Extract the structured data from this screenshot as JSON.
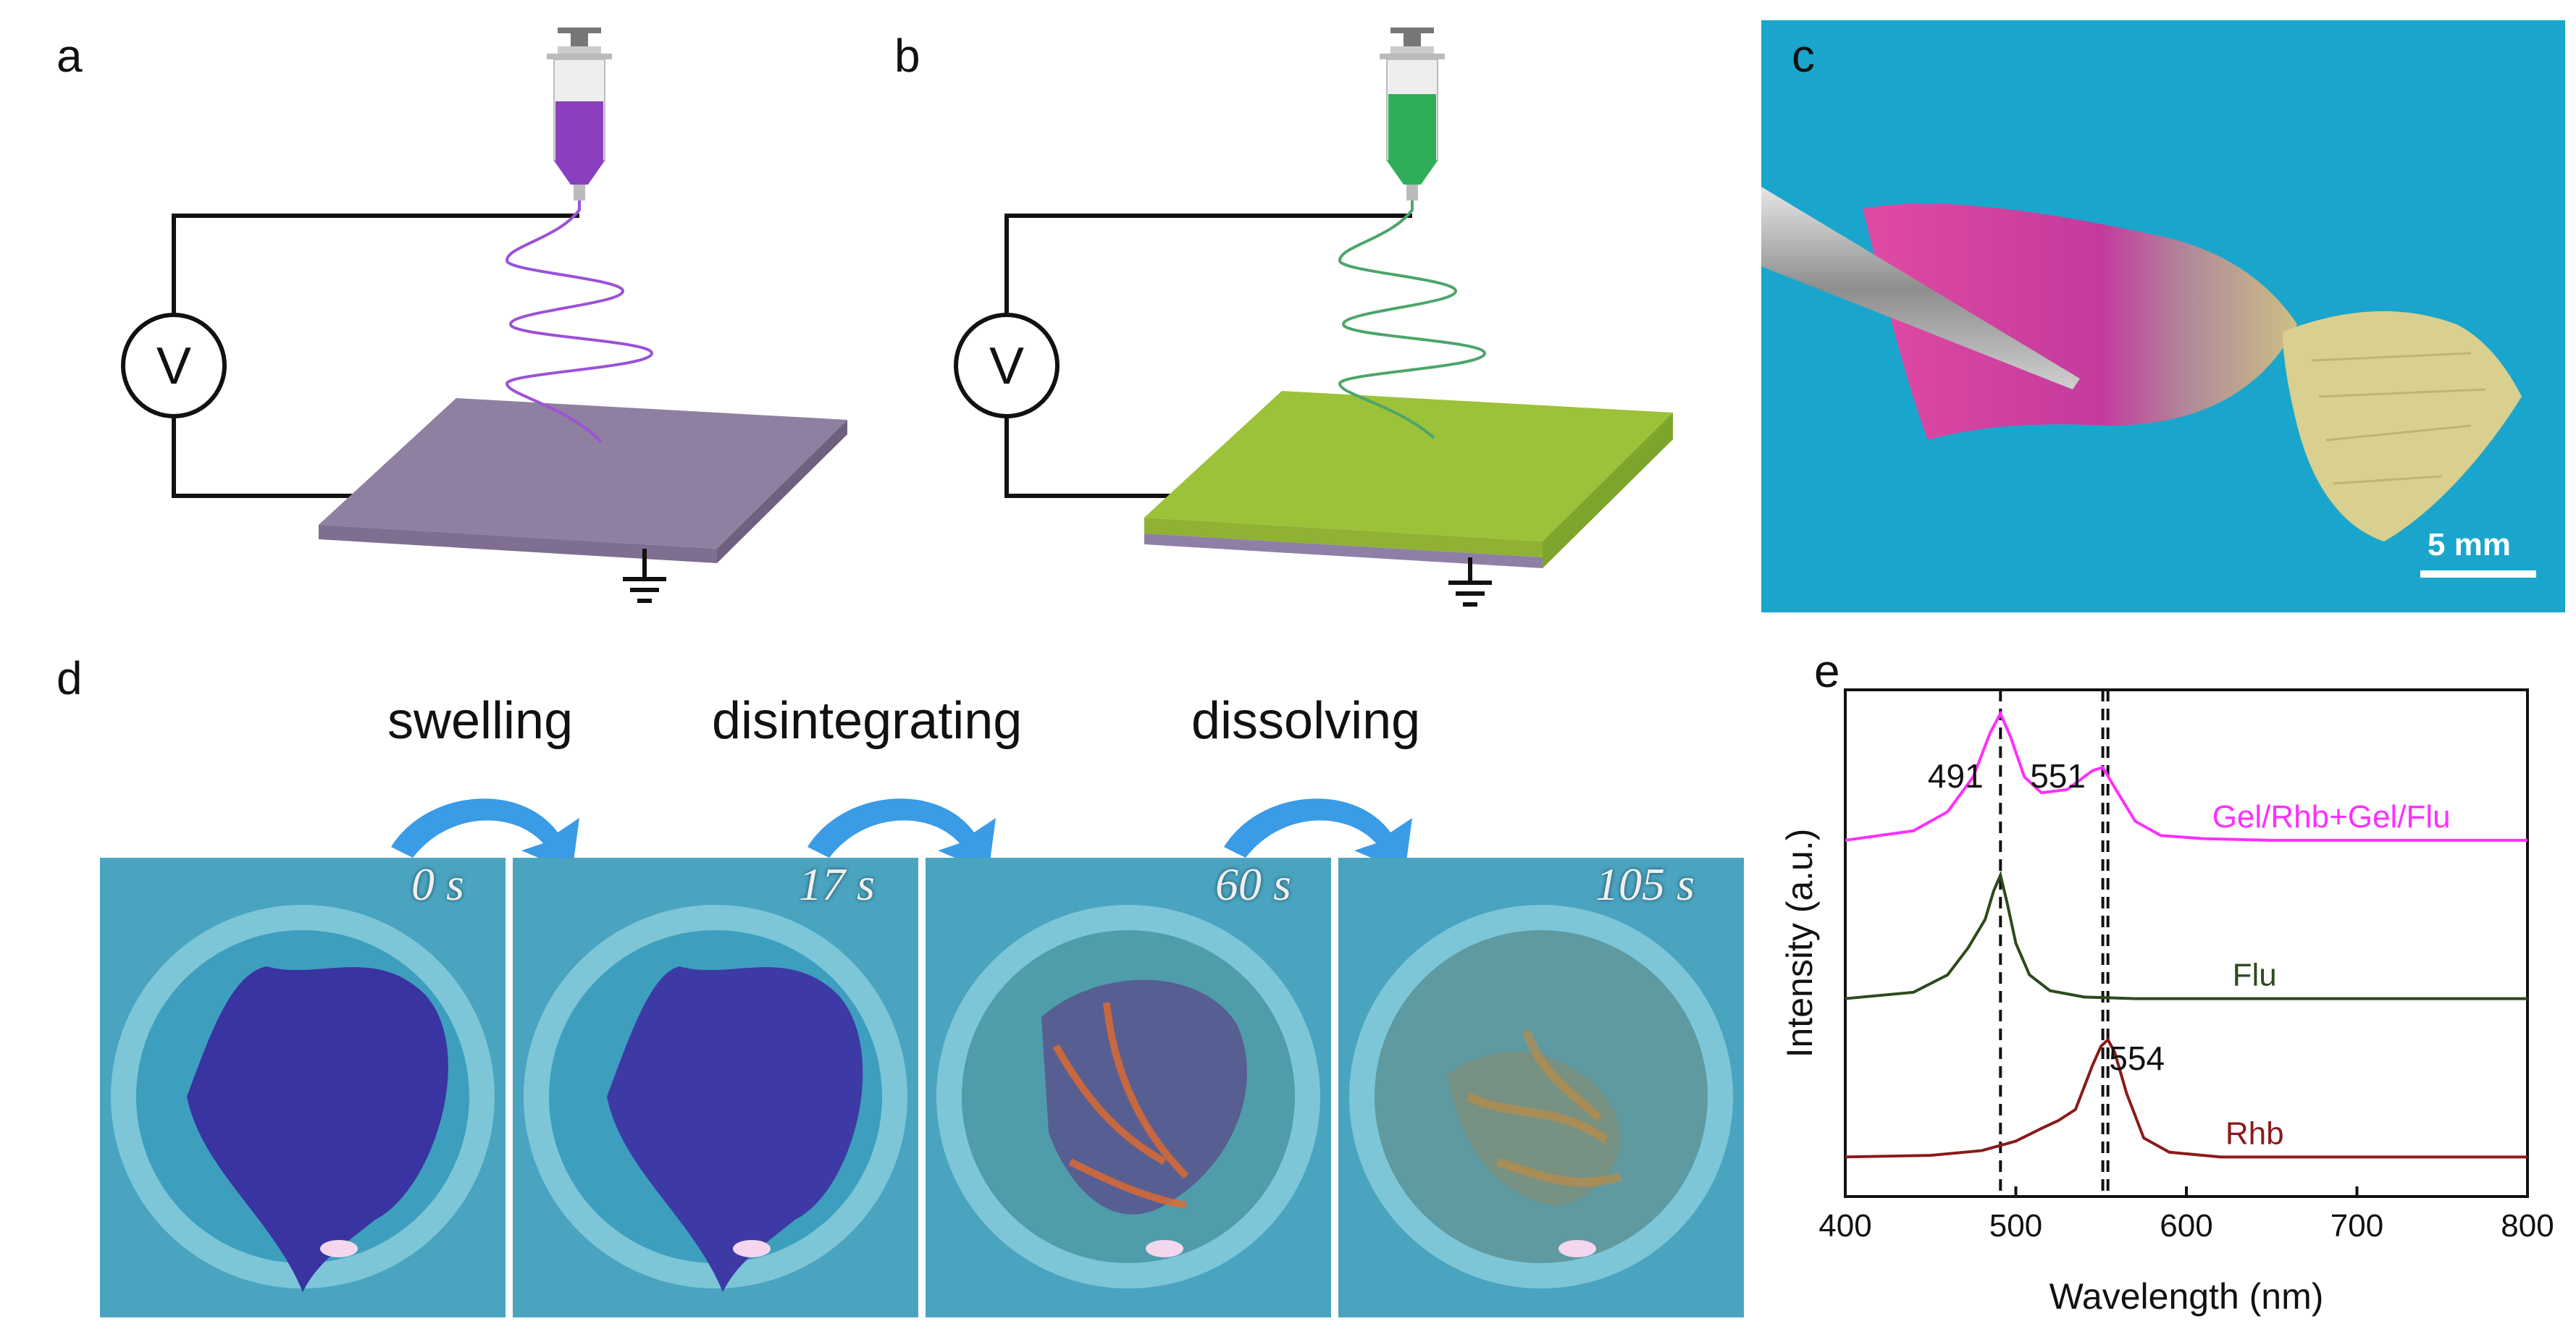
{
  "panels": {
    "a": "a",
    "b": "b",
    "c": "c",
    "d": "d",
    "e": "e"
  },
  "voltmeter_symbol": "V",
  "scale_bar": "5 mm",
  "stages": [
    {
      "label": "swelling"
    },
    {
      "label": "disintegrating"
    },
    {
      "label": "dissolving"
    }
  ],
  "timestamps": [
    "0 s",
    "17 s",
    "60 s",
    "105 s"
  ],
  "colors": {
    "purple_fluid": "#8a3fc0",
    "green_fluid": "#2fae5a",
    "purple_substrate": "#8f7fa0",
    "green_layer": "#9cc23a",
    "arrow": "#3a9be6",
    "photo_bg": "#17a3c9",
    "pink_film": "#d8429a",
    "yellow_film": "#d9cf8e"
  },
  "chart_data": {
    "type": "line",
    "xlabel": "Wavelength (nm)",
    "ylabel": "Intensity (a.u.)",
    "xlim": [
      400,
      800
    ],
    "xticks": [
      400,
      500,
      600,
      700,
      800
    ],
    "peak_lines": [
      491,
      551,
      554
    ],
    "annotations": [
      {
        "text": "491",
        "x": 491
      },
      {
        "text": "551",
        "x": 551
      },
      {
        "text": "554",
        "x": 554
      }
    ],
    "series": [
      {
        "name": "Gel/Rhb+Gel/Flu",
        "color": "#ff2eff",
        "offset": 2.0,
        "x": [
          400,
          440,
          460,
          475,
          485,
          491,
          497,
          505,
          515,
          530,
          545,
          551,
          557,
          570,
          585,
          610,
          650,
          700,
          750,
          800
        ],
        "y": [
          0.0,
          0.06,
          0.18,
          0.4,
          0.68,
          0.8,
          0.65,
          0.4,
          0.3,
          0.32,
          0.44,
          0.46,
          0.35,
          0.12,
          0.03,
          0.01,
          0.0,
          0.0,
          0.0,
          0.0
        ]
      },
      {
        "name": "Flu",
        "color": "#2e4a1e",
        "offset": 1.0,
        "x": [
          400,
          440,
          460,
          472,
          482,
          487,
          491,
          495,
          500,
          508,
          520,
          540,
          570,
          620,
          700,
          800
        ],
        "y": [
          0.0,
          0.04,
          0.15,
          0.32,
          0.5,
          0.68,
          0.78,
          0.6,
          0.35,
          0.15,
          0.05,
          0.01,
          0.0,
          0.0,
          0.0,
          0.0
        ]
      },
      {
        "name": "Rhb",
        "color": "#8b1a1a",
        "offset": 0.0,
        "x": [
          400,
          450,
          480,
          500,
          515,
          525,
          535,
          545,
          550,
          554,
          558,
          565,
          575,
          590,
          620,
          700,
          800
        ],
        "y": [
          0.0,
          0.01,
          0.04,
          0.1,
          0.18,
          0.23,
          0.3,
          0.58,
          0.7,
          0.74,
          0.66,
          0.4,
          0.12,
          0.03,
          0.0,
          0.0,
          0.0
        ]
      }
    ]
  }
}
